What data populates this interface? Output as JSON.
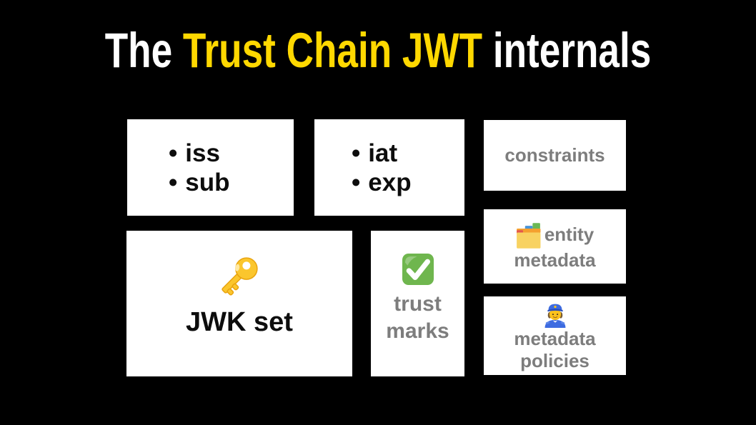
{
  "title": {
    "prefix": "The ",
    "highlight": "Trust Chain JWT",
    "suffix": " internals"
  },
  "bullet_char": "•",
  "boxes": {
    "claims_iss_sub": {
      "items": [
        "iss",
        "sub"
      ]
    },
    "claims_iat_exp": {
      "items": [
        "iat",
        "exp"
      ]
    },
    "constraints": {
      "label": "constraints"
    },
    "entity_metadata": {
      "label": "entity metadata",
      "icon": "card-index-dividers-icon"
    },
    "jwk_set": {
      "label": "JWK set",
      "icon": "key-icon"
    },
    "trust_marks": {
      "label": "trust marks",
      "icon": "check-mark-icon"
    },
    "metadata_policies": {
      "label": "metadata policies",
      "icon": "police-officer-icon"
    }
  },
  "colors": {
    "background": "#000000",
    "title_text": "#ffffff",
    "title_highlight": "#ffd800",
    "box_background": "#ffffff",
    "dark_text": "#0d0d0d",
    "gray_text": "#7d7d7d"
  }
}
